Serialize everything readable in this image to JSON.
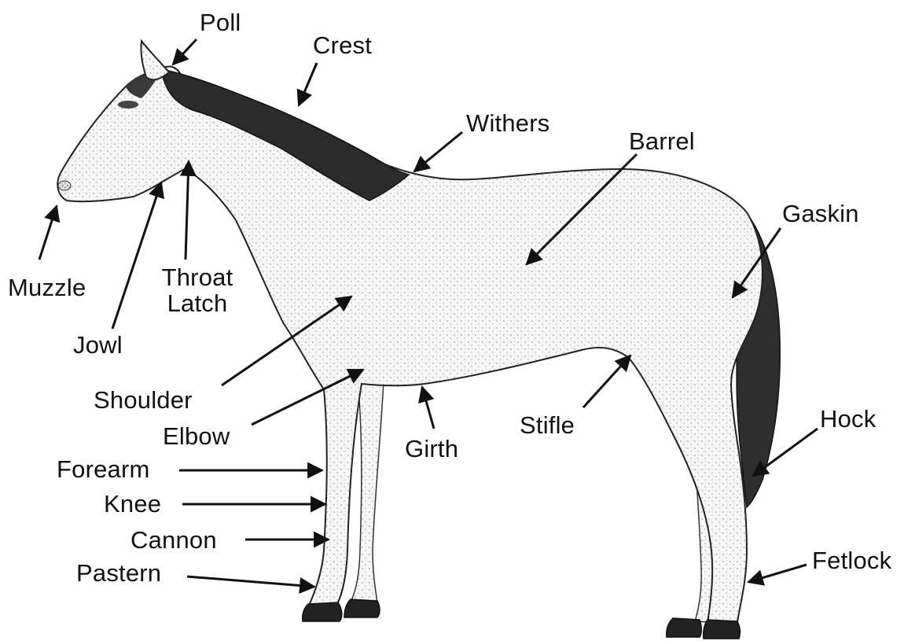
{
  "diagram": {
    "labels": {
      "poll": "Poll",
      "crest": "Crest",
      "withers": "Withers",
      "barrel": "Barrel",
      "gaskin": "Gaskin",
      "muzzle": "Muzzle",
      "throat_latch_line1": "Throat",
      "throat_latch_line2": "Latch",
      "jowl": "Jowl",
      "shoulder": "Shoulder",
      "elbow": "Elbow",
      "girth": "Girth",
      "stifle": "Stifle",
      "hock": "Hock",
      "forearm": "Forearm",
      "knee": "Knee",
      "cannon": "Cannon",
      "pastern": "Pastern",
      "fetlock": "Fetlock"
    },
    "colors": {
      "ink": "#111111",
      "mane": "#2b2b2b",
      "coat": "#f4f4f4",
      "hoof": "#222222"
    },
    "illustration": "horse-side-view"
  }
}
